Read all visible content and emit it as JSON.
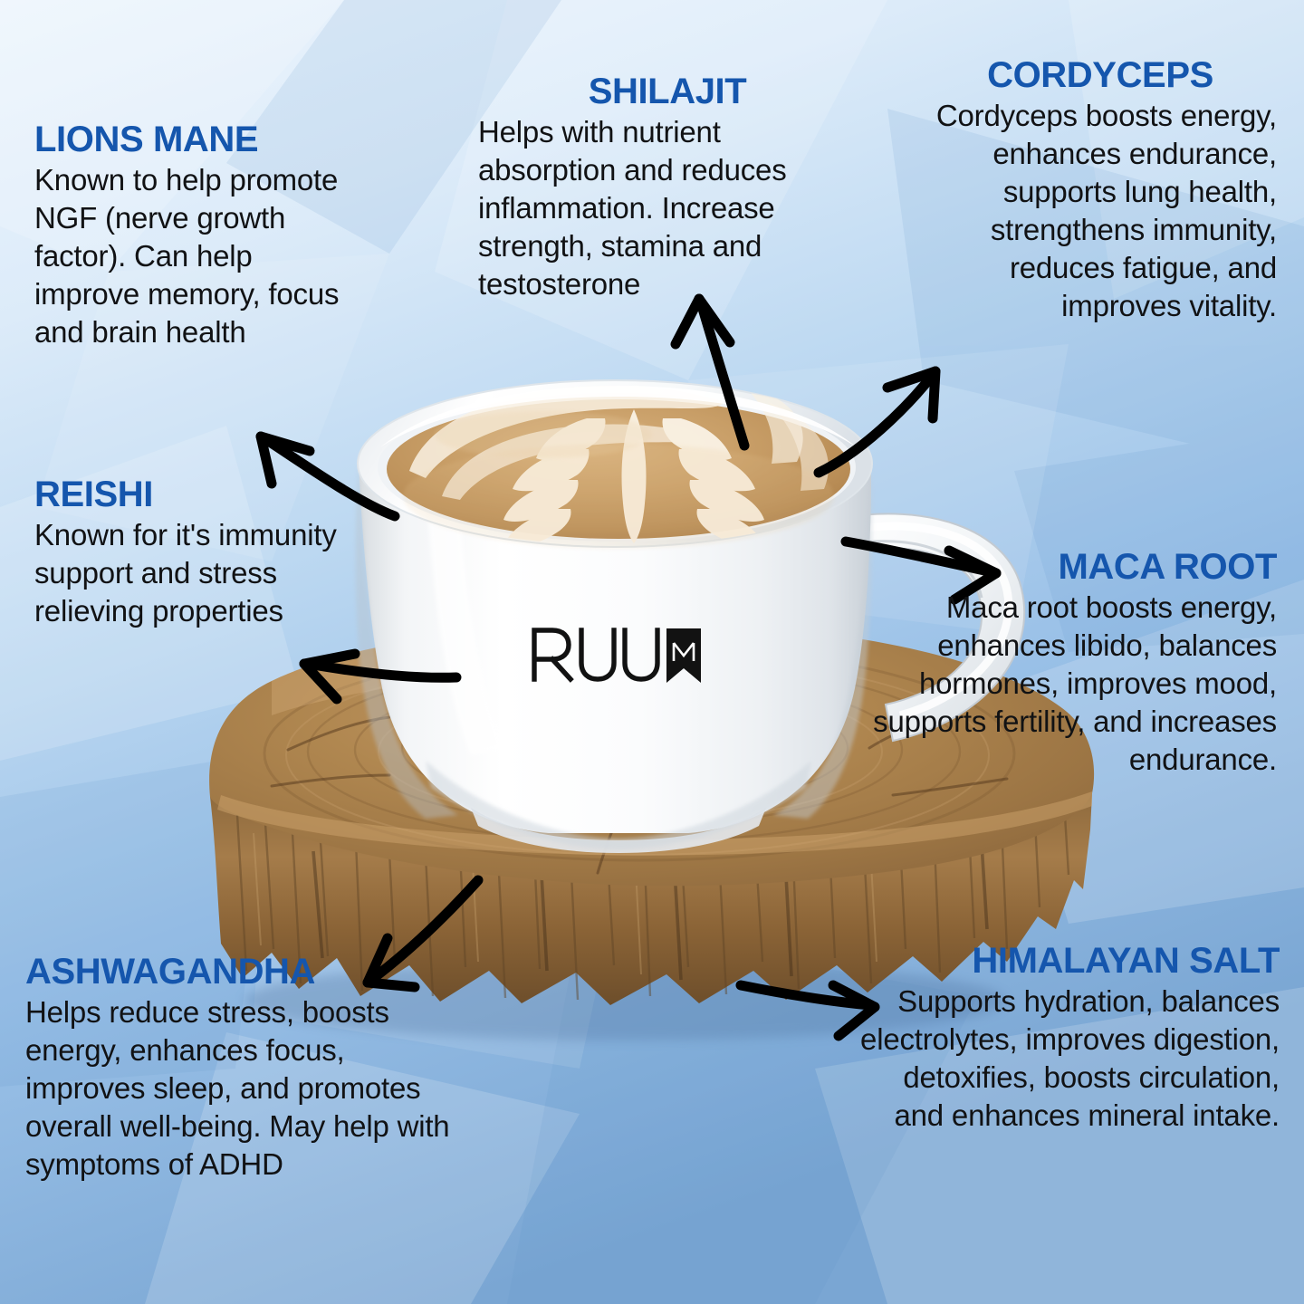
{
  "brand": {
    "logo_text": "RUU",
    "logo_mark_letter": "M",
    "logo_full": "RUUM"
  },
  "colors": {
    "heading_blue": "#1556ad",
    "body_text": "#111214",
    "background_top": "#eaf3fc",
    "background_bottom": "#7aa6d3",
    "arrow": "#000000",
    "cup_white": "#ffffff",
    "crema": "#c39a5f",
    "wood": "#9c7343"
  },
  "subject": {
    "item": "latte-in-white-cup",
    "coaster": "wood-slice-coaster"
  },
  "ingredients": [
    {
      "id": "lions-mane",
      "title": "LIONS MANE",
      "body": "Known to help promote NGF (nerve growth factor). Can help improve memory, focus and brain health",
      "align": "left"
    },
    {
      "id": "reishi",
      "title": "REISHI",
      "body": "Known for it's immunity support and stress relieving properties",
      "align": "left"
    },
    {
      "id": "shilajit",
      "title": "SHILAJIT",
      "body": "Helps with nutrient absorption and reduces inflammation. Increase strength, stamina and testosterone",
      "align": "left"
    },
    {
      "id": "cordyceps",
      "title": "CORDYCEPS",
      "body": "Cordyceps boosts energy, enhances endurance, supports lung health, strengthens immunity, reduces fatigue, and improves vitality.",
      "align": "right"
    },
    {
      "id": "maca-root",
      "title": "MACA ROOT",
      "body": "Maca root boosts energy, enhances libido, balances hormones, improves mood, supports fertility, and increases endurance.",
      "align": "right"
    },
    {
      "id": "ashwagandha",
      "title": "ASHWAGANDHA",
      "body": "Helps reduce stress, boosts energy, enhances focus, improves sleep, and promotes overall well-being. May help with symptoms of ADHD",
      "align": "left"
    },
    {
      "id": "himalayan-salt",
      "title": "HIMALAYAN SALT",
      "body": "Supports hydration, balances electrolytes, improves digestion, detoxifies, boosts circulation, and enhances mineral intake.",
      "align": "right"
    }
  ],
  "arrows": [
    {
      "id": "arrow-to-lions-mane",
      "points_to": "lions-mane",
      "direction": "up-left"
    },
    {
      "id": "arrow-to-reishi",
      "points_to": "reishi",
      "direction": "left"
    },
    {
      "id": "arrow-to-shilajit",
      "points_to": "shilajit",
      "direction": "up"
    },
    {
      "id": "arrow-to-cordyceps",
      "points_to": "cordyceps",
      "direction": "up-right"
    },
    {
      "id": "arrow-to-maca-root",
      "points_to": "maca-root",
      "direction": "right"
    },
    {
      "id": "arrow-to-ashwagandha",
      "points_to": "ashwagandha",
      "direction": "down-left"
    },
    {
      "id": "arrow-to-himalayan-salt",
      "points_to": "himalayan-salt",
      "direction": "down-right"
    }
  ]
}
